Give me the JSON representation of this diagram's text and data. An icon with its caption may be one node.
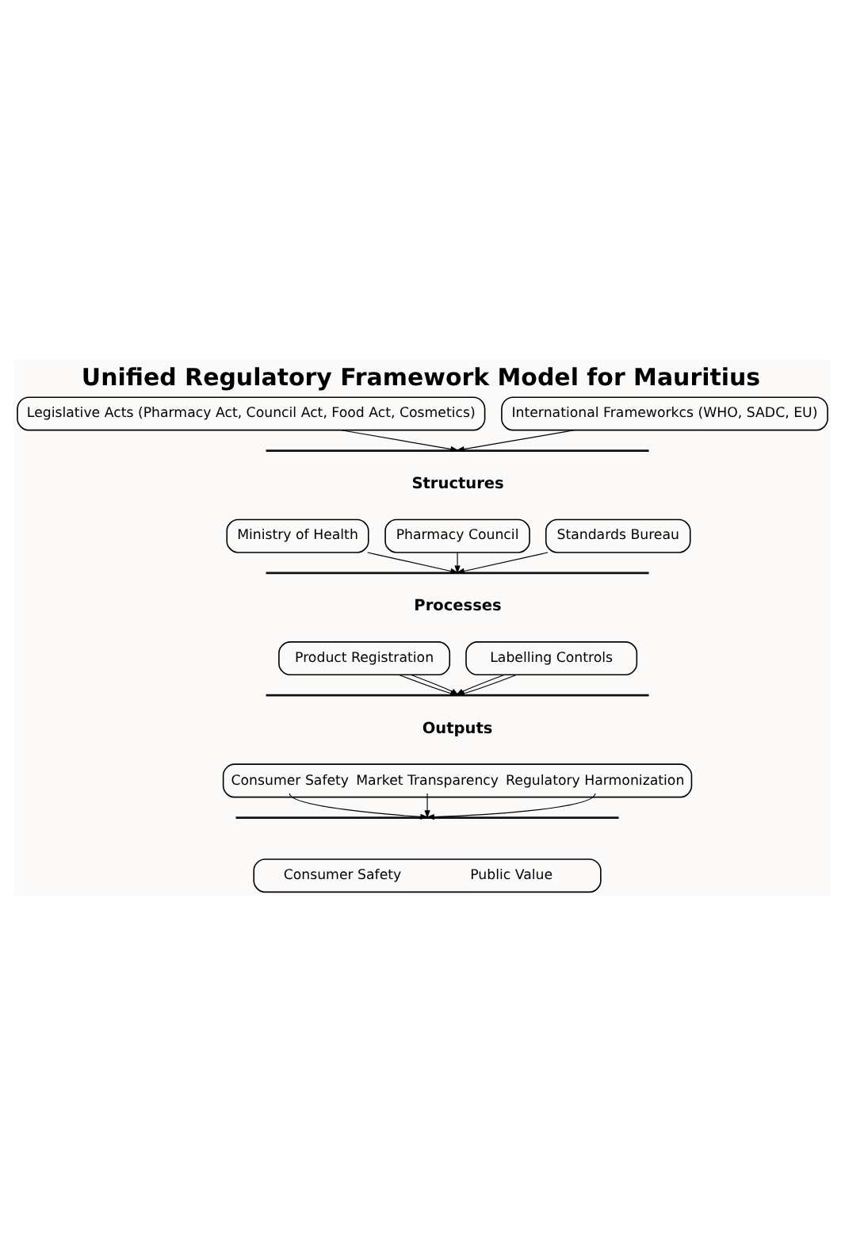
{
  "diagram": {
    "title": "Unified Regulatory Framework Model for Mauritius",
    "nodes": [
      {
        "text": [
          "Legislative Acts (Pharmacy Act, Council Act, Food Act, Cosmetics)"
        ]
      },
      {
        "text": [
          "International Frameworkcs (WHO, SADC, EU)"
        ]
      },
      {
        "text": [],
        "shape": "bar"
      },
      {
        "text": [
          "Ministry of Health"
        ]
      },
      {
        "text": [
          "Pharmacy Council"
        ]
      },
      {
        "text": [
          "Standards Bureau"
        ]
      },
      {
        "text": [],
        "shape": "bar"
      },
      {
        "text": [
          "Product Registration"
        ]
      },
      {
        "text": [
          "Labelling Controls"
        ]
      },
      {
        "text": [],
        "shape": "bar"
      },
      {
        "text": [
          "Consumer Safety",
          "Market Transparency",
          "Regulatory Harmonization"
        ]
      },
      {
        "text": [],
        "shape": "bar"
      },
      {
        "text": [
          "Consumer Safety",
          "Public Value"
        ]
      }
    ],
    "edges": [
      {
        "from": 0,
        "to": 2,
        "arrow": "to"
      },
      {
        "from": 1,
        "to": 2,
        "arrow": "to"
      },
      {
        "from": 3,
        "to": 6,
        "arrow": "to"
      },
      {
        "from": 4,
        "to": 6,
        "arrow": "to"
      },
      {
        "from": 5,
        "to": 6,
        "arrow": "to"
      },
      {
        "from": 7,
        "to": 9,
        "arrow": "to"
      },
      {
        "from": 7,
        "to": 9,
        "arrow": "to"
      },
      {
        "from": 8,
        "to": 9,
        "arrow": "to"
      },
      {
        "from": 8,
        "to": 9,
        "arrow": "to"
      },
      {
        "from": 10,
        "to": 11,
        "arrow": "to"
      },
      {
        "from": 10,
        "to": 11,
        "arrow": "to"
      },
      {
        "from": 10,
        "to": 11,
        "arrow": "to"
      }
    ],
    "labels": [
      "Structures",
      "Processes",
      "Outputs"
    ]
  }
}
